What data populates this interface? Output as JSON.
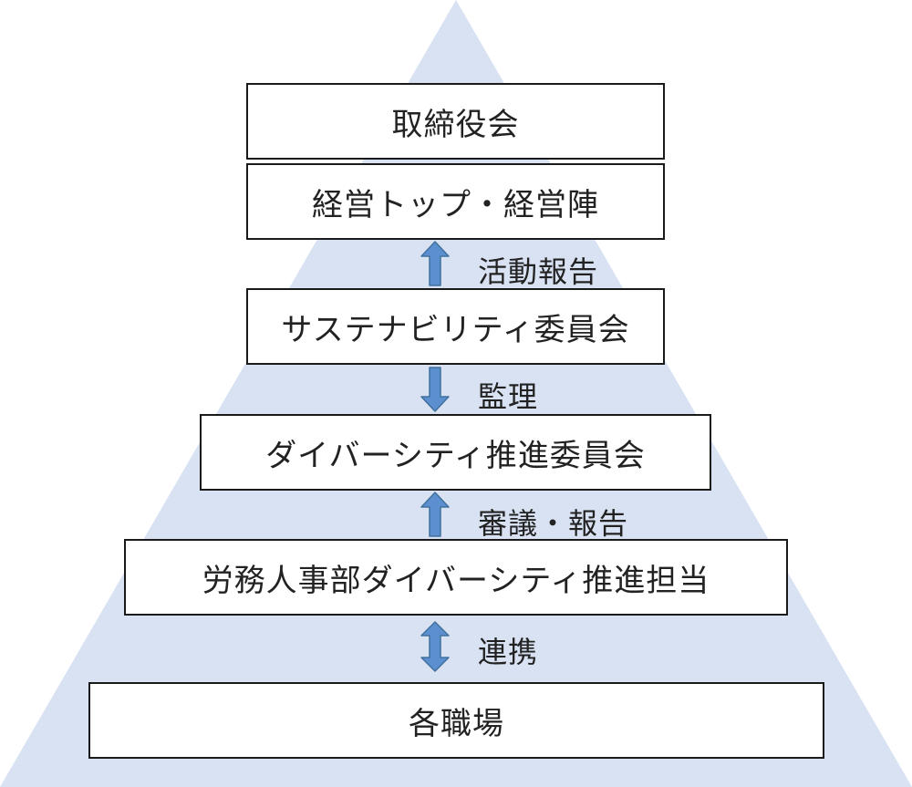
{
  "colors": {
    "pyramid": "#d9e2f3",
    "arrow_fill": "#5b8fd0",
    "arrow_stroke": "#41719c",
    "box_border": "#1a1a1a"
  },
  "levels": [
    {
      "label": "取締役会"
    },
    {
      "label": "経営トップ・経営陣"
    },
    {
      "label": "サステナビリティ委員会"
    },
    {
      "label": "ダイバーシティ推進委員会"
    },
    {
      "label": "労務人事部ダイバーシティ推進担当"
    },
    {
      "label": "各職場"
    }
  ],
  "connectors": [
    {
      "label": "活動報告",
      "direction": "up"
    },
    {
      "label": "監理",
      "direction": "down"
    },
    {
      "label": "審議・報告",
      "direction": "up"
    },
    {
      "label": "連携",
      "direction": "both"
    }
  ]
}
